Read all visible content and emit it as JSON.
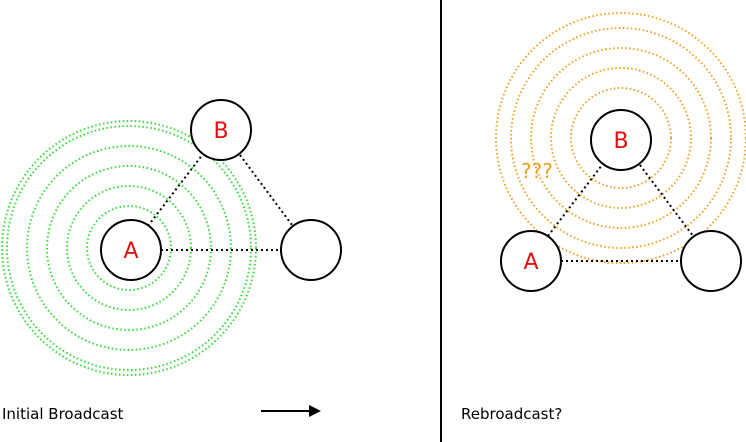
{
  "colors": {
    "green_wave": "#33dd33",
    "orange_wave": "#f0a020",
    "node_label": "#e01010",
    "line": "#000000"
  },
  "left_panel": {
    "caption": "Initial Broadcast",
    "node_a_label": "A",
    "node_b_label": "B",
    "node_c_label": ""
  },
  "right_panel": {
    "caption": "Rebroadcast?",
    "node_a_label": "A",
    "node_b_label": "B",
    "node_c_label": "",
    "uncertainty_text": "???"
  },
  "icons": {
    "arrow": "right-arrow-icon"
  }
}
